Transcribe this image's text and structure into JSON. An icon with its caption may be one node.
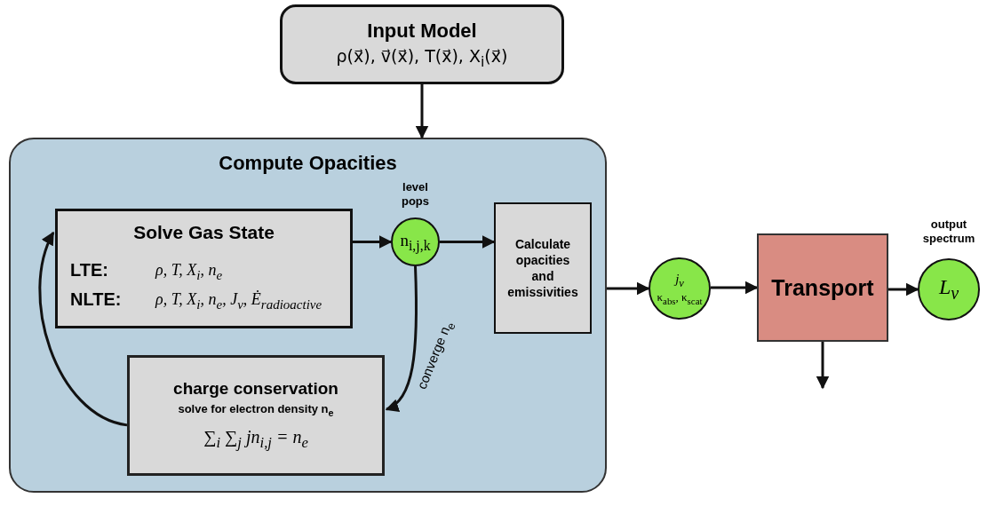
{
  "diagram": {
    "nodes": [
      {
        "text": [
          "Input Model",
          "ρ(x⃗), v⃗(x⃗), T(x⃗), X$_{i}$(x⃗)"
        ]
      },
      {
        "text": [
          "Compute Opacities"
        ]
      },
      {
        "text": [
          "Solve Gas State",
          "LTE:",
          "ρ, T, X$_{i}$, n$_{e}$",
          "NLTE:",
          "ρ, T, X$_{i}$, n$_{e}$, J$_{ν}$, Ė$_{radioactive}$"
        ],
        "in": 1
      },
      {
        "text": [
          "n$_{i,j,k}$"
        ],
        "beside": [
          "level pops"
        ],
        "in": 1
      },
      {
        "text": [
          "Calculate opacities and emissivities"
        ],
        "in": 1
      },
      {
        "text": [
          "charge conservation",
          "solve for electron density n$_{e}$",
          "∑$_{i}$ ∑$_{j}$ jn$_{i,j}$ = n$_{e}$"
        ],
        "in": 1
      },
      {
        "text": [
          "j$_{ν}$",
          "κ$_{abs}$, κ$_{scat}$"
        ]
      },
      {
        "text": [
          "Transport"
        ]
      },
      {
        "text": [
          "L$_{ν}$"
        ],
        "beside": [
          "output spectrum"
        ]
      }
    ],
    "edges": [
      {
        "from": 0,
        "to": 1,
        "arrow": "to"
      },
      {
        "from": 2,
        "to": 3,
        "arrow": "to"
      },
      {
        "from": 3,
        "to": 4,
        "arrow": "to"
      },
      {
        "from": 3,
        "to": 5,
        "arrow": "to",
        "label": "converge n$_{e}$"
      },
      {
        "from": 5,
        "to": 2,
        "arrow": "to"
      },
      {
        "from": 1,
        "to": 6,
        "arrow": "to"
      },
      {
        "from": 6,
        "to": 7,
        "arrow": "to"
      },
      {
        "from": 7,
        "to": 8,
        "arrow": "to"
      },
      {
        "from": 7,
        "to": null,
        "arrow": "to"
      }
    ]
  }
}
